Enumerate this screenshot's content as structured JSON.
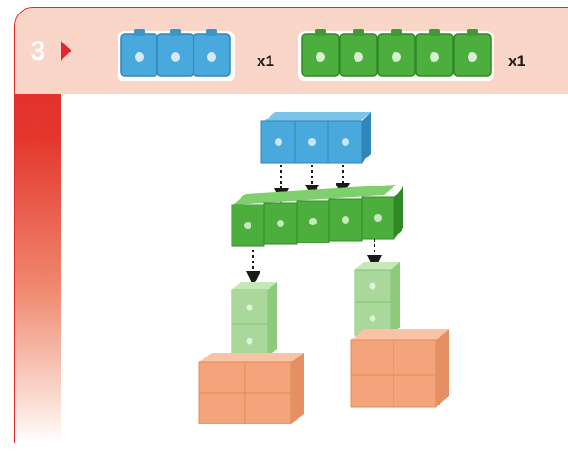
{
  "step": {
    "number": "3"
  },
  "parts": [
    {
      "color": "blue",
      "cube_count": 3,
      "quantity_label": "x1",
      "hex": "#4aa9dc"
    },
    {
      "color": "green",
      "cube_count": 5,
      "quantity_label": "x1",
      "hex": "#4cae3c"
    }
  ],
  "assembly": {
    "colors": {
      "blue": "#4aa9dc",
      "green": "#4cae3c",
      "light_green": "#a9d89a",
      "orange": "#f4a47a"
    }
  }
}
